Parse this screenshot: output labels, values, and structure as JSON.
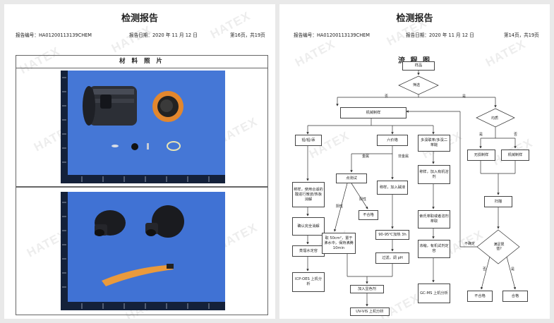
{
  "watermark": "HATEX",
  "page_left": {
    "title": "检测报告",
    "report_no": "报告编号：HA01200113139CHEM",
    "report_date": "报告日期：2020 年 11 月 12 日",
    "page_info": "第16页，共19页",
    "section_title": "材 料 照 片"
  },
  "page_right": {
    "title": "检测报告",
    "report_no": "报告编号：HA01200113139CHEM",
    "report_date": "报告日期：2020 年 11 月 12 日",
    "page_info": "第14页，共19页",
    "chart_title": "流 程 图",
    "nodes": {
      "sample": "样品",
      "screen": "筛选",
      "mech_split": "机械制样",
      "pb_cd_hg": "铅/铅/汞",
      "cr6": "六价铬",
      "pbb": "多溴联苯/多溴二苯醚",
      "coating": "均质",
      "dissolve": "称样，使用合适的酸进行微波/热板消解",
      "confirm": "确认完全消解",
      "dilute": "蒸馏水定容",
      "icp": "ICP-OES 上机分析",
      "spot": "点测试",
      "noneg": "不合格",
      "boil": "取 50cm²，置于沸水中，保持沸腾 10min",
      "weigh_alk": "称样，加入碱液",
      "heat": "90-95℃加热 3h",
      "filter": "过滤，调 pH",
      "color": "加入显色剂",
      "uv": "UV-VIS 上机分析",
      "weigh_org": "称样，加入有机溶剂",
      "soxhlet": "索氏萃取或者溶剂萃取",
      "concentrate": "浓缩，有机试剂定容",
      "gcms": "GC-MS 上机分析",
      "nondestr": "无损制样",
      "mech2": "机械制样",
      "scan": "扫描",
      "limit": "满足限值?",
      "fail": "不合格",
      "pass": "合格"
    },
    "labels": {
      "no": "否",
      "yes": "是",
      "metal": "金属",
      "nonmetal": "非金属",
      "positive": "阳性",
      "negative": "阴性",
      "uncertain": "不确定",
      "yes2": "是",
      "no2": "否",
      "no3": "否",
      "yes3": "是"
    }
  }
}
